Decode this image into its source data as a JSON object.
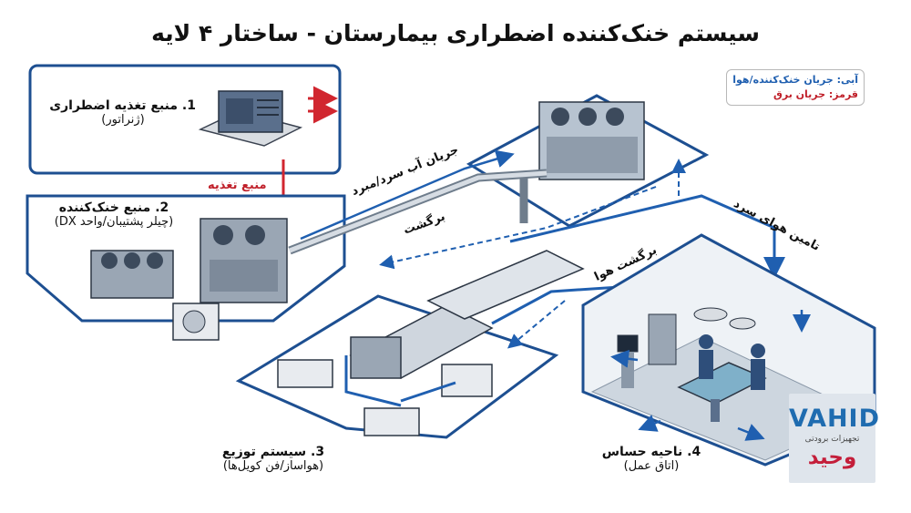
{
  "title": "سیستم خنک‌کننده اضطراری بیمارستان - ساختار ۴ لایه",
  "legend": {
    "blue": "آبی: جریان خنک‌کننده/هوا",
    "red": "قرمز: جریان برق"
  },
  "layers": [
    {
      "title": "1. منبع تغذیه اضطراری",
      "subtitle": "(ژنراتور)"
    },
    {
      "title": "2. منبع خنک‌کننده",
      "subtitle": "(چیلر پشتیبان/واحد DX)"
    },
    {
      "title": "3. سیستم توزیع",
      "subtitle": "(هواساز/فن کویل‌ها)"
    },
    {
      "title": "4. ناحیه حساس",
      "subtitle": "(اتاق عمل)"
    }
  ],
  "flows": {
    "power": "منبع تغذیه",
    "chilled_water": "جریان آب سرد/مبرد",
    "return": "برگشت",
    "return_air": "برگشت هوا",
    "supply_air": "تامین هوای سرد"
  },
  "logo": {
    "latin": "VAHID",
    "tagline": "تجهیزات برودتی",
    "persian": "وحید"
  },
  "colors": {
    "flow_blue": "#1f5fb0",
    "power_red": "#d1262f",
    "platform_border": "#1d4f91"
  }
}
